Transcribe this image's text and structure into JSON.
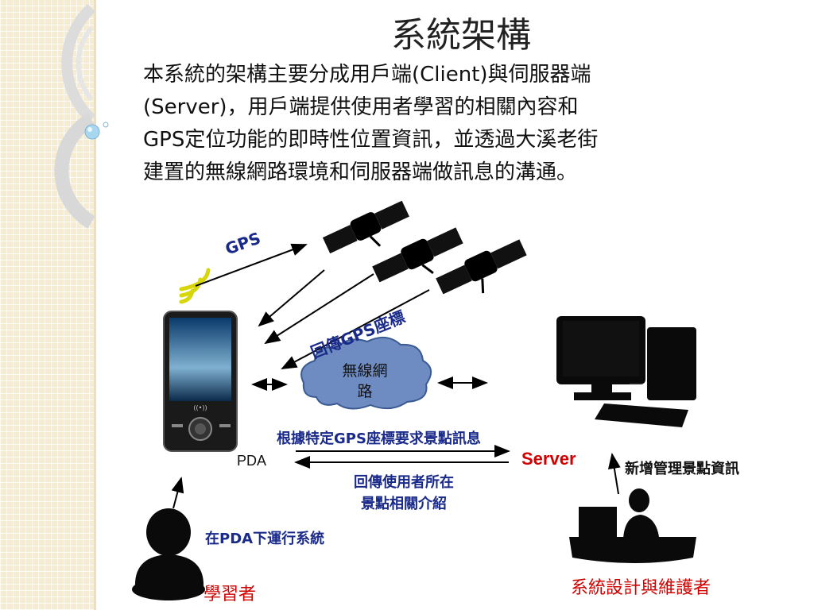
{
  "slide": {
    "title": "系統架構",
    "intro_lines": [
      "本系統的架構主要分成用戶端(Client)與伺服器端",
      "(Server)，用戶端提供使用者學習的相關內容和",
      "GPS定位功能的即時性位置資訊，並透過大溪老街",
      "建置的無線網路環境和伺服器端做訊息的溝通。"
    ]
  },
  "diagram": {
    "gps_label": "GPS",
    "return_gps_prefix": "回傳",
    "return_gps_mid": "GPS",
    "return_gps_suffix": "座標",
    "cloud_line1": "無線網",
    "cloud_line2": "路",
    "request_prefix": "根據特定",
    "request_mid": "GPS",
    "request_suffix": "座標要求景點訊息",
    "pda_label": "PDA",
    "server_label": "Server",
    "response_line1": "回傳使用者所在",
    "response_line2": "景點相關介紹",
    "add_info_label": "新增管理景點資訊",
    "run_prefix": "在",
    "run_mid": "PDA",
    "run_suffix": "下運行系統",
    "learner_label": "學習者",
    "designer_label": "系統設計與維護者"
  },
  "colors": {
    "accent_blue": "#1a2a8a",
    "accent_red": "#d00000",
    "cloud_fill": "#6f8cc2",
    "sidebar_bg": "#f6ecd2"
  }
}
